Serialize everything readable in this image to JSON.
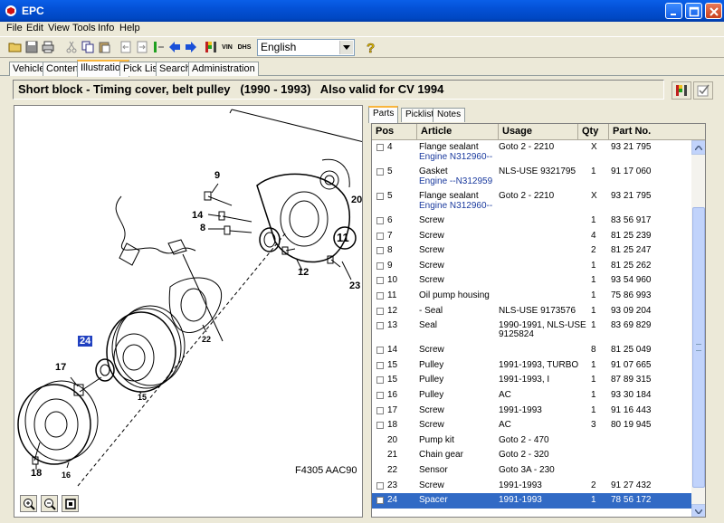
{
  "window": {
    "title": "EPC"
  },
  "menu": [
    "File",
    "Edit",
    "View",
    "Tools",
    "Info",
    "Help"
  ],
  "toolbar": {
    "language": "English",
    "vin_label": "VIN",
    "dhs_label": "DHS"
  },
  "tabs": [
    "Vehicle",
    "Content",
    "Illustration",
    "Pick List",
    "Search",
    "Administration"
  ],
  "heading": {
    "title": "Short block - Timing cover, belt pulley   (1990 - 1993)   Also valid for CV 1994"
  },
  "illustration": {
    "code": "F4305 AAC90",
    "callouts": [
      "9",
      "14",
      "8",
      "20",
      "11",
      "12",
      "23",
      "22",
      "24",
      "17",
      "15",
      "18",
      "16"
    ]
  },
  "parts_tabs": [
    "Parts",
    "Picklist",
    "Notes"
  ],
  "columns": [
    "Pos",
    "Article",
    "Usage",
    "Qty",
    "Part No."
  ],
  "rows": [
    {
      "pos": "4",
      "article": "Flange sealant",
      "sub": "Engine N312960--",
      "usage": "Goto 2 - 2210",
      "qty": "X",
      "partno": "93 21 795"
    },
    {
      "pos": "5",
      "article": "Gasket",
      "sub": "Engine --N312959",
      "usage": "NLS-USE 9321795",
      "qty": "1",
      "partno": "91 17 060"
    },
    {
      "pos": "5",
      "article": "Flange sealant",
      "sub": "Engine N312960--",
      "usage": "Goto 2 - 2210",
      "qty": "X",
      "partno": "93 21 795"
    },
    {
      "pos": "6",
      "article": "Screw",
      "usage": "",
      "qty": "1",
      "partno": "83 56 917"
    },
    {
      "pos": "7",
      "article": "Screw",
      "usage": "",
      "qty": "4",
      "partno": "81 25 239"
    },
    {
      "pos": "8",
      "article": "Screw",
      "usage": "",
      "qty": "2",
      "partno": "81 25 247"
    },
    {
      "pos": "9",
      "article": "Screw",
      "usage": "",
      "qty": "1",
      "partno": "81 25 262"
    },
    {
      "pos": "10",
      "article": "Screw",
      "usage": "",
      "qty": "1",
      "partno": "93 54 960"
    },
    {
      "pos": "11",
      "article": "Oil pump housing",
      "usage": "",
      "qty": "1",
      "partno": "75 86 993"
    },
    {
      "pos": "12",
      "article": "- Seal",
      "usage": "NLS-USE 9173576",
      "qty": "1",
      "partno": "93 09 204"
    },
    {
      "pos": "13",
      "article": "Seal",
      "usage": "1990-1991, NLS-USE",
      "usage2": "9125824",
      "qty": "1",
      "partno": "83 69 829"
    },
    {
      "pos": "14",
      "article": "Screw",
      "usage": "",
      "qty": "8",
      "partno": "81 25 049"
    },
    {
      "pos": "15",
      "article": "Pulley",
      "usage": "1991-1993, TURBO",
      "qty": "1",
      "partno": "91 07 665"
    },
    {
      "pos": "15",
      "article": "Pulley",
      "usage": "1991-1993, I",
      "qty": "1",
      "partno": "87 89 315"
    },
    {
      "pos": "16",
      "article": "Pulley",
      "usage": "AC",
      "qty": "1",
      "partno": "93 30 184"
    },
    {
      "pos": "17",
      "article": "Screw",
      "usage": "1991-1993",
      "qty": "1",
      "partno": "91 16 443"
    },
    {
      "pos": "18",
      "article": "Screw",
      "usage": "AC",
      "qty": "3",
      "partno": "80 19 945"
    },
    {
      "pos": "20",
      "article": "Pump kit",
      "usage": "Goto 2 - 470",
      "qty": "",
      "partno": "",
      "nocb": true
    },
    {
      "pos": "21",
      "article": "Chain gear",
      "usage": "Goto 2 - 320",
      "qty": "",
      "partno": "",
      "nocb": true
    },
    {
      "pos": "22",
      "article": "Sensor",
      "usage": "Goto 3A - 230",
      "qty": "",
      "partno": "",
      "nocb": true
    },
    {
      "pos": "23",
      "article": "Screw",
      "usage": "1991-1993",
      "qty": "2",
      "partno": "91 27 432"
    },
    {
      "pos": "24",
      "article": "Spacer",
      "usage": "1991-1993",
      "qty": "1",
      "partno": "78 56 172",
      "selected": true
    }
  ]
}
